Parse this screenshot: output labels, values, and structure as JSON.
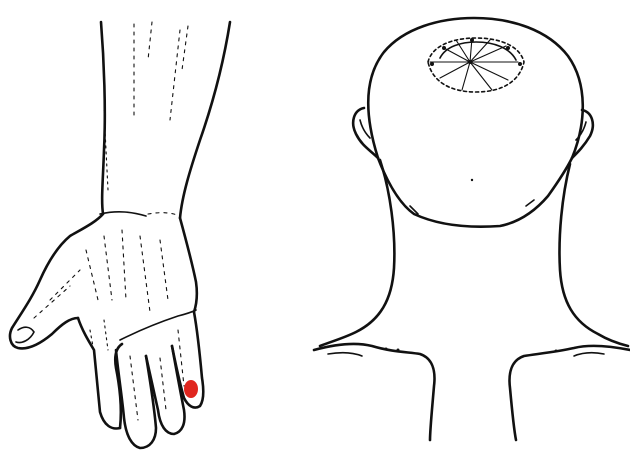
{
  "figures": [
    {
      "id": "hand",
      "description_key": "hand-and-forearm-drawing"
    },
    {
      "id": "head",
      "description_key": "head-and-neck-rear-view-drawing"
    }
  ],
  "colors": {
    "line": "#111111",
    "marker": "#e0261f",
    "background": "#ffffff"
  },
  "icons": {
    "marker": "red-point-marker",
    "crown": "crown-point-marker"
  }
}
